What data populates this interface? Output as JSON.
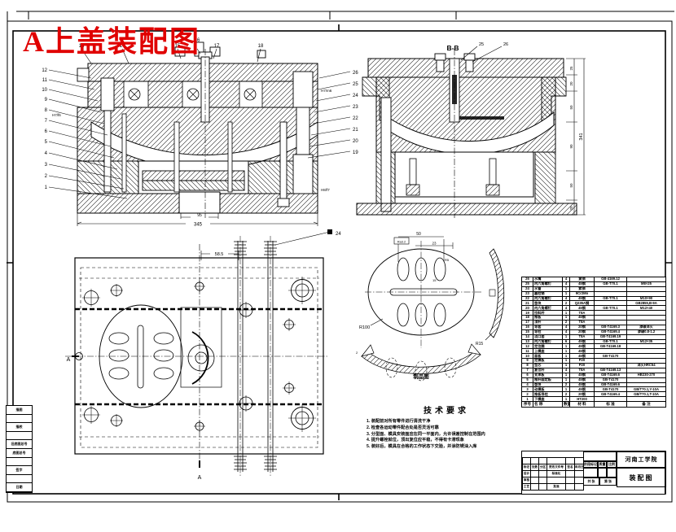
{
  "title": {
    "text": "A上盖装配图"
  },
  "colors": {
    "accent_red": "#e00000",
    "line": "#000000",
    "background": "#ffffff"
  },
  "views": {
    "front_section": {
      "dim_width": "345",
      "dim_center": "95"
    },
    "bb_section": {
      "label": "B-B",
      "dim_overall": "341",
      "dims_right": [
        "25",
        "20",
        "50",
        "90",
        "50",
        "20"
      ]
    },
    "plan": {
      "dim_top": "58.5",
      "section_letter_left": "A",
      "section_letter_bottom": "A"
    },
    "product_detail": {
      "caption": "制品图",
      "radius_main": "R100",
      "radius_side": "R15",
      "dim_top": "50",
      "dim_a": "23",
      "dim_b": "15",
      "dim_c": "R5",
      "dim_d": "2",
      "finish": "Ra3.2"
    }
  },
  "fits": [
    "H7/f6",
    "H7/m6",
    "H8/f7"
  ],
  "balloons": {
    "left": [
      "12",
      "11",
      "10",
      "9",
      "8",
      "7",
      "6",
      "5",
      "4",
      "3",
      "2",
      "1"
    ],
    "top": [
      "13",
      "14",
      "15",
      "16",
      "17",
      "18"
    ],
    "right": [
      "26",
      "25",
      "24",
      "23",
      "22",
      "21",
      "20",
      "19"
    ],
    "bb_top": [
      "25",
      "26"
    ],
    "plan": [
      "24"
    ]
  },
  "tech_req": {
    "title": "技术要求",
    "items": [
      "1. 装配前对所有零件进行清洗干净",
      "2. 检查各运动零件配合处是否灵活可靠",
      "3. 分型面、模具安装面应在同一平面内，允许误差控制在范围内",
      "4. 提升螺栓就位，顶出复位应平稳，不得有卡滞现象",
      "5. 装好后，模具在合格的工作状态下交验，并涂防锈油入库"
    ]
  },
  "parts_table": {
    "headers": [
      "序号",
      "名 称",
      "数量",
      "材 料",
      "标 准",
      "备 注"
    ],
    "rows": [
      [
        "26",
        "水嘴",
        "4",
        "黄铜",
        "GB-4169.12",
        ""
      ],
      [
        "25",
        "内六角螺钉",
        "4",
        "45钢",
        "GB-T70.1",
        "M8×25"
      ],
      [
        "24",
        "水管",
        "1",
        "紫铜",
        "",
        ""
      ],
      [
        "23",
        "圆柱销",
        "1",
        "9Cr2Mn",
        "",
        ""
      ],
      [
        "22",
        "内六角螺钉",
        "4",
        "45钢",
        "GB-T70.1",
        "M10×90"
      ],
      [
        "21",
        "垫块",
        "2",
        "Q235A钢",
        "",
        "GB2855,B-9A"
      ],
      [
        "20",
        "内六角螺钉",
        "4",
        "45钢",
        "GB-T70.1",
        "M12×40"
      ],
      [
        "19",
        "拉料杆",
        "1",
        "T8A",
        "",
        ""
      ],
      [
        "18",
        "推板",
        "1",
        "45钢",
        "",
        ""
      ],
      [
        "17",
        "顶杆",
        "2",
        "T8A",
        "",
        ""
      ],
      [
        "16",
        "导套",
        "4",
        "20钢",
        "GB-T4169.3",
        "渗碳淬火"
      ],
      [
        "15",
        "导柱",
        "4",
        "20钢",
        "GB-T4169.4",
        "渗碳0.8-1.2"
      ],
      [
        "14",
        "浇口套",
        "1",
        "T8A",
        "GB-T4169.19",
        ""
      ],
      [
        "13",
        "内六角螺钉",
        "6",
        "45钢",
        "GB-T70.1",
        "M12×35"
      ],
      [
        "12",
        "定位圈",
        "1",
        "45钢",
        "GB-T4169.18",
        ""
      ],
      [
        "11",
        "上模座",
        "1",
        "45钢",
        "",
        ""
      ],
      [
        "10",
        "面板",
        "1",
        "45钢",
        "GB-T4170",
        ""
      ],
      [
        "9",
        "定模板",
        "1",
        "P20",
        "",
        ""
      ],
      [
        "8",
        "型芯",
        "1",
        "P20",
        "",
        "淬火HRC54"
      ],
      [
        "7",
        "复位杆",
        "4",
        "T8A",
        "GB-T4169.13",
        ""
      ],
      [
        "6",
        "支承板",
        "1",
        "45钢",
        "GB-T4169.6",
        "HB230-270"
      ],
      [
        "5",
        "推杆固定板",
        "1",
        "45钢",
        "GB-T4170",
        ""
      ],
      [
        "4",
        "垫块",
        "2",
        "45钢",
        "GB-T4169.6",
        ""
      ],
      [
        "3",
        "动模板",
        "1",
        "45钢",
        "GB-T4170",
        "GB/T70.1,Y-10A"
      ],
      [
        "2",
        "推板导柱",
        "2",
        "20钢",
        "GB-T4169.4",
        "GB/T70.1,T-10A"
      ],
      [
        "1",
        "下模座",
        "1",
        "HT200",
        "",
        ""
      ]
    ]
  },
  "title_block": {
    "school": "河南工学院",
    "drawing_name": "装配图",
    "stage_label": "阶段标记",
    "mass_label": "质量",
    "scale_label": "比例",
    "sheets_label": "共 张",
    "sheet_no_label": "第 张",
    "grid": [
      [
        "",
        "",
        "",
        "",
        "",
        ""
      ],
      [
        "标记",
        "处数",
        "分区",
        "更改文件号",
        "签名",
        "年月日"
      ],
      [
        "设计",
        "",
        "",
        "标准化",
        "",
        ""
      ],
      [
        "审核",
        "",
        "",
        "",
        "",
        ""
      ],
      [
        "工艺",
        "",
        "",
        "批准",
        "",
        ""
      ]
    ]
  },
  "margin_block": {
    "rows": [
      "描图",
      "",
      "描校",
      "",
      "旧底图总号",
      "底图总号",
      "",
      "签字",
      "",
      "日期"
    ]
  }
}
